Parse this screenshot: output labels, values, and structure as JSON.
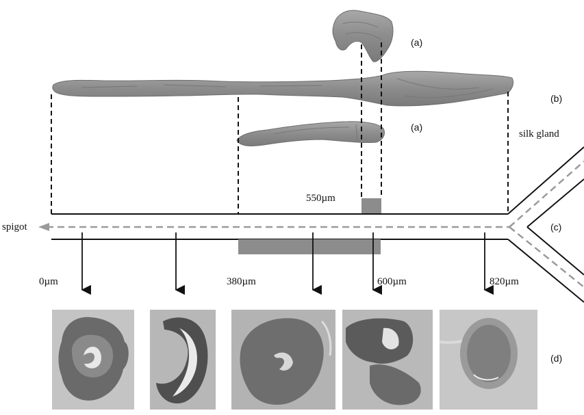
{
  "labels": {
    "a_top": "(a)",
    "a_mid": "(a)",
    "b": "(b)",
    "c": "(c)",
    "d": "(d)",
    "silk_gland": "silk gland",
    "spigot": "spigot",
    "m550": "550µm",
    "m0": "0µm",
    "m380": "380µm",
    "m600": "600µm",
    "m820": "820µm"
  },
  "colors": {
    "line": "#111111",
    "dash_gray": "#9a9a9a",
    "marker": "#8c8c8c",
    "gland_3d": "#8f8f8f",
    "section_bg": "#b8b8b8",
    "tissue": "#5a5a5a"
  },
  "sections": [
    {
      "position_um": "0µm",
      "shape": "cross-section-round"
    },
    {
      "position_um": "",
      "shape": "cross-section-crescent"
    },
    {
      "position_um": "380µm",
      "shape": "cross-section-folded"
    },
    {
      "position_um": "600µm",
      "shape": "cross-section-split"
    },
    {
      "position_um": "820µm",
      "shape": "cross-section-oval"
    }
  ]
}
